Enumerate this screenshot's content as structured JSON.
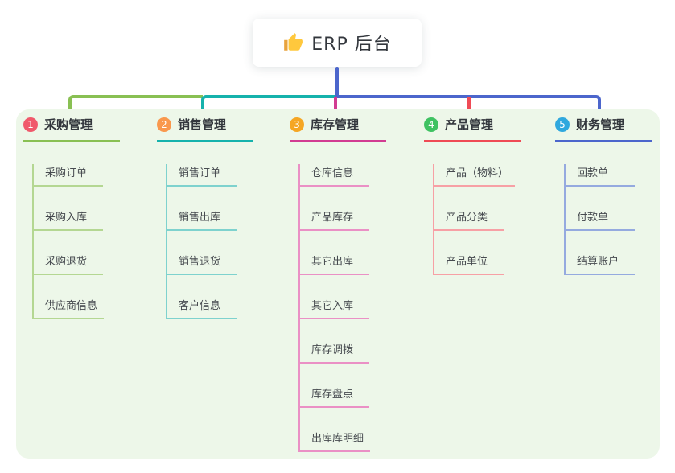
{
  "root": {
    "title": "ERP 后台",
    "icon": "thumbs-up-icon",
    "icon_color": "#FFC83D"
  },
  "panel_color": "#edf7e9",
  "branches": [
    {
      "num": "1",
      "title": "采购管理",
      "color": "#89c053",
      "light_color": "#b4d792",
      "badge_color": "#f0596b",
      "children": [
        "采购订单",
        "采购入库",
        "采购退货",
        "供应商信息"
      ]
    },
    {
      "num": "2",
      "title": "销售管理",
      "color": "#16b2ac",
      "light_color": "#7ed2ce",
      "badge_color": "#f9984d",
      "children": [
        "销售订单",
        "销售出库",
        "销售退货",
        "客户信息"
      ]
    },
    {
      "num": "3",
      "title": "库存管理",
      "color": "#d23c92",
      "light_color": "#ea90c5",
      "badge_color": "#f5a623",
      "children": [
        "仓库信息",
        "产品库存",
        "其它出库",
        "其它入库",
        "库存调拨",
        "库存盘点",
        "出库库明细"
      ]
    },
    {
      "num": "4",
      "title": "产品管理",
      "color": "#ef4b55",
      "light_color": "#f7a0a5",
      "badge_color": "#3fc262",
      "children": [
        "产品（物料）",
        "产品分类",
        "产品单位"
      ]
    },
    {
      "num": "5",
      "title": "财务管理",
      "color": "#4c66cc",
      "light_color": "#95aadf",
      "badge_color": "#2fa8de",
      "children": [
        "回款单",
        "付款单",
        "结算账户"
      ]
    }
  ]
}
